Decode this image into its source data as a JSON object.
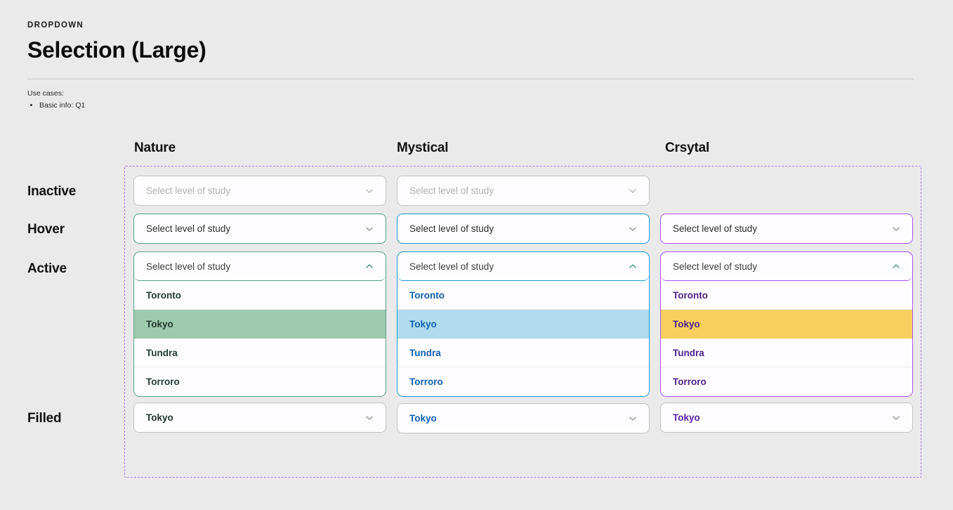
{
  "header": {
    "eyebrow": "DROPDOWN",
    "title": "Selection (Large)",
    "usecases_label": "Use cases:",
    "usecases_items": [
      "Basic info: Q1"
    ]
  },
  "columns": [
    {
      "key": "nature",
      "label": "Nature",
      "accent": "#5c9e87",
      "text": "#233a31",
      "highlight": "#9ec9ae"
    },
    {
      "key": "mystical",
      "label": "Mystical",
      "accent": "#1b9ad4",
      "text": "#1060b3",
      "highlight": "#b0dced"
    },
    {
      "key": "crsytal",
      "label": "Crsytal",
      "accent": "#a855f7",
      "text": "#4d1f8d",
      "highlight": "#f8cf5e"
    }
  ],
  "rows": [
    {
      "key": "inactive",
      "label": "Inactive"
    },
    {
      "key": "hover",
      "label": "Hover"
    },
    {
      "key": "active",
      "label": "Active"
    },
    {
      "key": "filled",
      "label": "Filled"
    }
  ],
  "placeholder": "Select level of study",
  "selected_value": "Tokyo",
  "options": [
    "Toronto",
    "Tokyo",
    "Tundra",
    "Torroro"
  ],
  "selected_option_index": 1,
  "icons": {
    "chevron_down": "chevron-down-icon",
    "chevron_up": "chevron-up-icon"
  },
  "colors": {
    "page_background": "#eaeaea",
    "field_background": "#fdfdff",
    "inactive_border": "#c2c2c2",
    "inactive_text": "#b0b0b0",
    "frame_dashed": "#a97ae8",
    "chevron_gray": "#9a9a9a",
    "chevron_active": "#4f9c80"
  }
}
